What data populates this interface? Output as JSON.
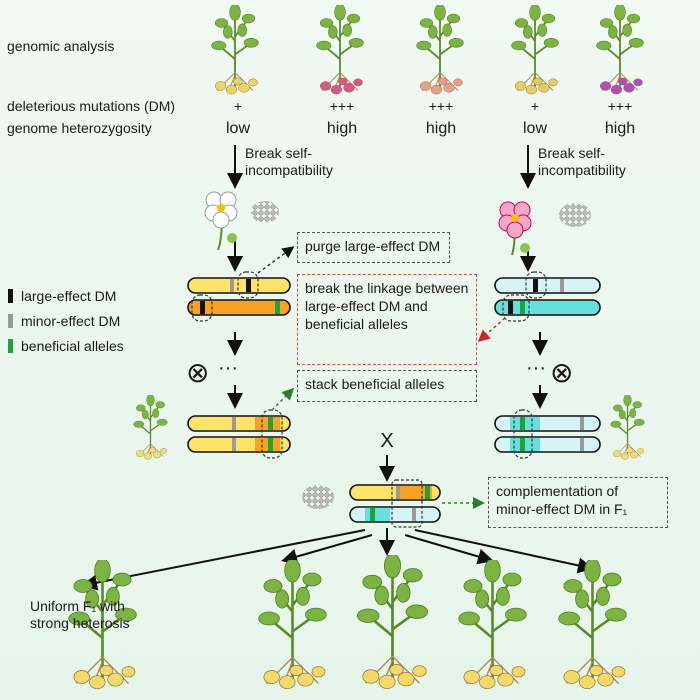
{
  "rows": {
    "genomic_analysis": "genomic analysis",
    "dm_label": "deleterious mutations (DM)",
    "het_label": "genome heterozygosity"
  },
  "lines": [
    {
      "dm": "+",
      "het": "low",
      "tuber_color": "#e9d56a"
    },
    {
      "dm": "+++",
      "het": "high",
      "tuber_color": "#d9558a"
    },
    {
      "dm": "+++",
      "het": "high",
      "tuber_color": "#e8a08a"
    },
    {
      "dm": "+",
      "het": "low",
      "tuber_color": "#e6cc62"
    },
    {
      "dm": "+++",
      "het": "high",
      "tuber_color": "#b04fb8"
    }
  ],
  "break_si_left": "Break self-\nincompatibility",
  "break_si_right": "Break self-\nincompatibility",
  "legend": [
    {
      "label": "large-effect DM",
      "color": "#111111"
    },
    {
      "label": "minor-effect DM",
      "color": "#9a9a9a"
    },
    {
      "label": "beneficial alleles",
      "color": "#22a33a"
    }
  ],
  "boxes": {
    "purge": "purge large-effect DM",
    "break_linkage": "break the linkage between large-effect DM and beneficial alleles",
    "stack": "stack beneficial alleles",
    "complementation": "complementation of minor-effect DM in F₁"
  },
  "selfing_symbol": "⊗",
  "dots": "···",
  "cross_symbol": "X",
  "result": "Uniform F₁ with strong heterosis",
  "colors": {
    "yellow": "#fde36a",
    "orange": "#f7a224",
    "lightcyan": "#d6f3f5",
    "cyan": "#67e0db",
    "green": "#22a33a",
    "grey": "#9a9a9a"
  }
}
